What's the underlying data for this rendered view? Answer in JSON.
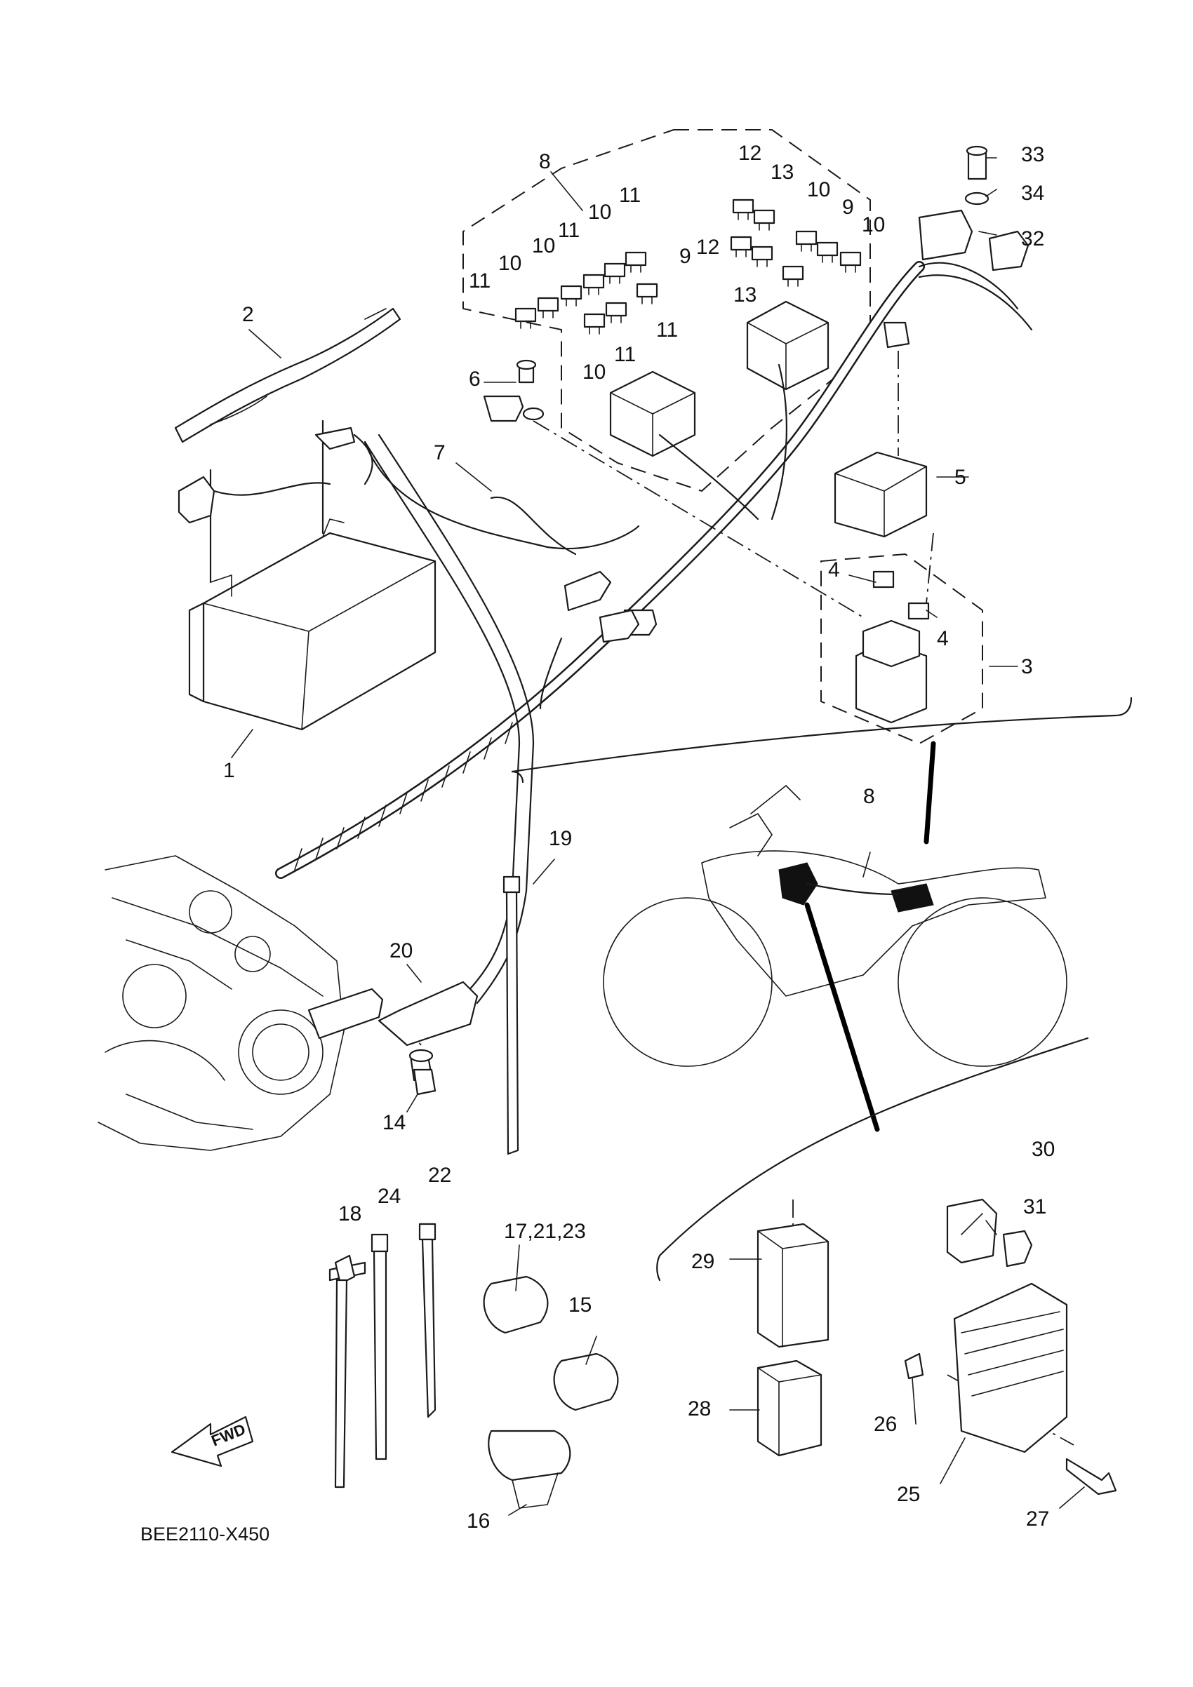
{
  "diagram_code": "BEE2110-X450",
  "fwd_label": "FWD",
  "callouts": [
    {
      "id": "c1",
      "text": "1"
    },
    {
      "id": "c2",
      "text": "2"
    },
    {
      "id": "c3",
      "text": "3"
    },
    {
      "id": "c4a",
      "text": "4"
    },
    {
      "id": "c4b",
      "text": "4"
    },
    {
      "id": "c5",
      "text": "5"
    },
    {
      "id": "c6",
      "text": "6"
    },
    {
      "id": "c7",
      "text": "7"
    },
    {
      "id": "c8a",
      "text": "8"
    },
    {
      "id": "c8b",
      "text": "8"
    },
    {
      "id": "c9a",
      "text": "9"
    },
    {
      "id": "c9b",
      "text": "9"
    },
    {
      "id": "c10a",
      "text": "10"
    },
    {
      "id": "c10b",
      "text": "10"
    },
    {
      "id": "c10c",
      "text": "10"
    },
    {
      "id": "c10d",
      "text": "10"
    },
    {
      "id": "c10e",
      "text": "10"
    },
    {
      "id": "c10f",
      "text": "10"
    },
    {
      "id": "c11a",
      "text": "11"
    },
    {
      "id": "c11b",
      "text": "11"
    },
    {
      "id": "c11c",
      "text": "11"
    },
    {
      "id": "c11d",
      "text": "11"
    },
    {
      "id": "c11e",
      "text": "11"
    },
    {
      "id": "c12a",
      "text": "12"
    },
    {
      "id": "c12b",
      "text": "12"
    },
    {
      "id": "c13a",
      "text": "13"
    },
    {
      "id": "c13b",
      "text": "13"
    },
    {
      "id": "c14",
      "text": "14"
    },
    {
      "id": "c15",
      "text": "15"
    },
    {
      "id": "c16",
      "text": "16"
    },
    {
      "id": "c17",
      "text": "17,21,23"
    },
    {
      "id": "c18",
      "text": "18"
    },
    {
      "id": "c19",
      "text": "19"
    },
    {
      "id": "c20",
      "text": "20"
    },
    {
      "id": "c22",
      "text": "22"
    },
    {
      "id": "c24",
      "text": "24"
    },
    {
      "id": "c25",
      "text": "25"
    },
    {
      "id": "c26",
      "text": "26"
    },
    {
      "id": "c27",
      "text": "27"
    },
    {
      "id": "c28",
      "text": "28"
    },
    {
      "id": "c29",
      "text": "29"
    },
    {
      "id": "c30",
      "text": "30"
    },
    {
      "id": "c31",
      "text": "31"
    },
    {
      "id": "c32",
      "text": "32"
    },
    {
      "id": "c33",
      "text": "33"
    },
    {
      "id": "c34",
      "text": "34"
    }
  ]
}
